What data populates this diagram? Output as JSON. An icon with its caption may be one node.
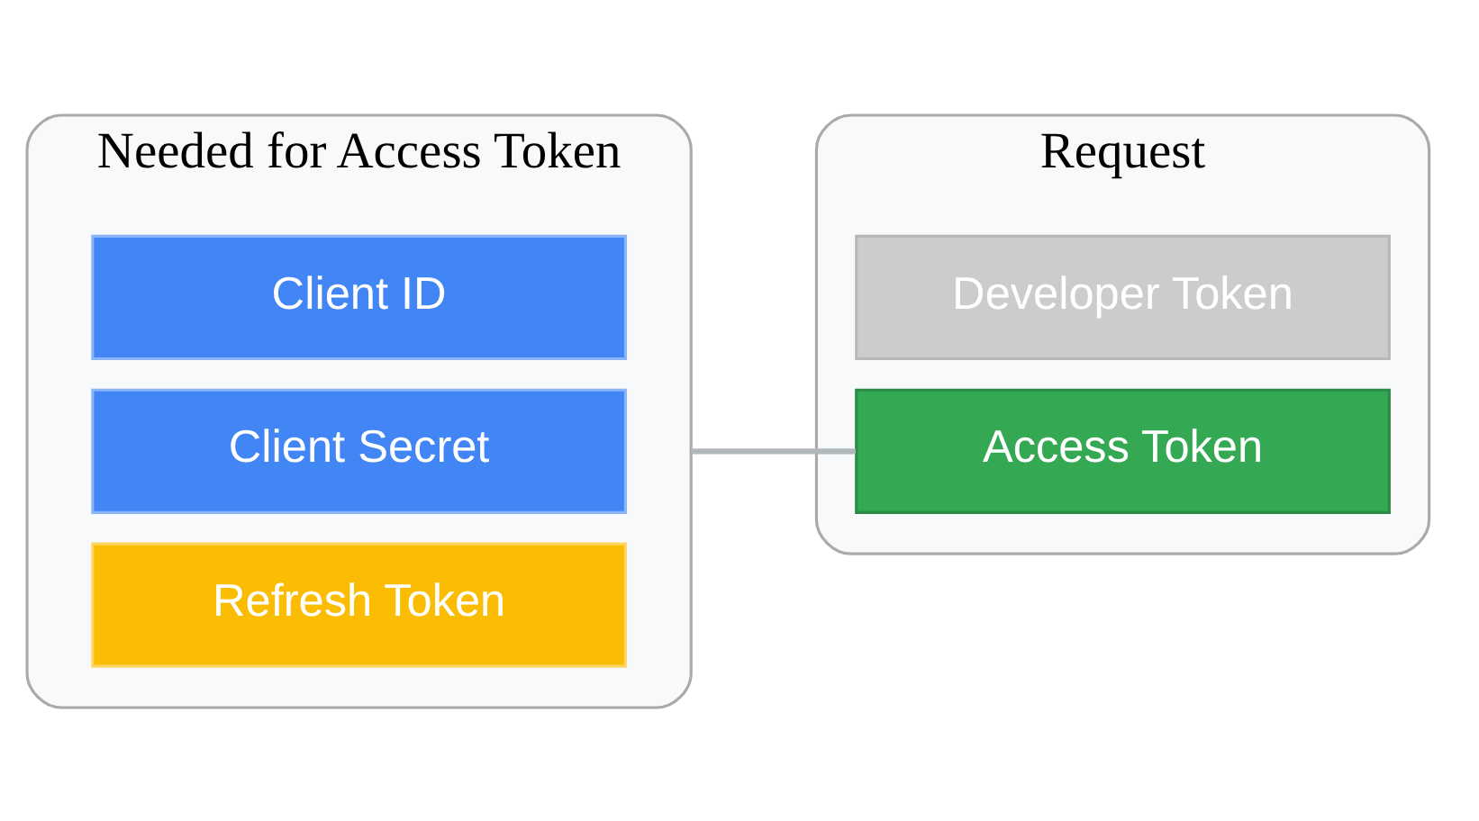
{
  "diagram": {
    "nodes": [
      {
        "text": [
          "Needed for Access Token"
        ]
      },
      {
        "text": [
          "Client ID"
        ],
        "in": 0
      },
      {
        "text": [
          "Client Secret"
        ],
        "in": 0
      },
      {
        "text": [
          "Refresh Token"
        ],
        "in": 0
      },
      {
        "text": [
          "Request"
        ]
      },
      {
        "text": [
          "Developer Token"
        ],
        "in": 4
      },
      {
        "text": [
          "Access Token"
        ],
        "in": 4
      }
    ],
    "edges": [
      {
        "from": 0,
        "to": 6,
        "arrow": "none",
        "color": "#b0b8bc"
      }
    ]
  }
}
